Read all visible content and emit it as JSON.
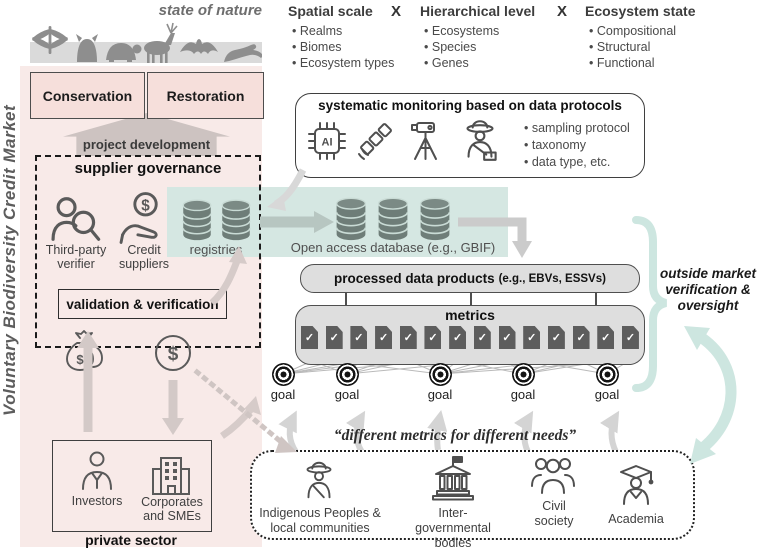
{
  "side_label": "Voluntary Biodiversity Credit Market",
  "state_of_nature": {
    "title": "state of nature"
  },
  "dimensions": {
    "separator": "X",
    "columns": [
      {
        "title": "Spatial scale",
        "items": [
          "Realms",
          "Biomes",
          "Ecosystem types"
        ]
      },
      {
        "title": "Hierarchical level",
        "items": [
          "Ecosystems",
          "Species",
          "Genes"
        ]
      },
      {
        "title": "Ecosystem state",
        "items": [
          "Compositional",
          "Structural",
          "Functional"
        ]
      }
    ]
  },
  "monitoring": {
    "title": "systematic monitoring based on data protocols",
    "ai_label": "AI",
    "bullets": [
      "sampling protocol",
      "taxonomy",
      "data type, etc."
    ]
  },
  "market": {
    "conservation": "Conservation",
    "restoration": "Restoration",
    "project_development": "project development",
    "currency": "$",
    "supplier_governance": {
      "title": "supplier governance",
      "third_party_verifier": "Third-party\nverifier",
      "credit_suppliers": "Credit\nsuppliers",
      "registries": "registries",
      "validation": "validation & verification"
    },
    "private_sector": {
      "title": "private sector",
      "investors": "Investors",
      "corporates": "Corporates\nand SMEs"
    }
  },
  "data_flow": {
    "open_access_db": "Open access database (e.g., GBIF)",
    "processed_main": "processed data products",
    "processed_suffix": "(e.g., EBVs, ESSVs)",
    "metrics_title": "metrics",
    "check_glyph": "✓",
    "goal_label": "goal",
    "quote": "“different metrics for different needs”"
  },
  "oversight": {
    "label": "outside market\nverification &\noversight"
  },
  "stakeholders": [
    {
      "label": "Indigenous Peoples &\nlocal communities"
    },
    {
      "label": "Inter-governmental\nbodies"
    },
    {
      "label": "Civil\nsociety"
    },
    {
      "label": "Academia"
    }
  ],
  "colors": {
    "pink_bg": "#f8eae8",
    "pink_box": "#f6dfdb",
    "teal_band": "#d5e7e2",
    "teal_accent": "#cde6e0",
    "gray_panel": "#dedede",
    "silhouette": "#8e8e8e"
  }
}
